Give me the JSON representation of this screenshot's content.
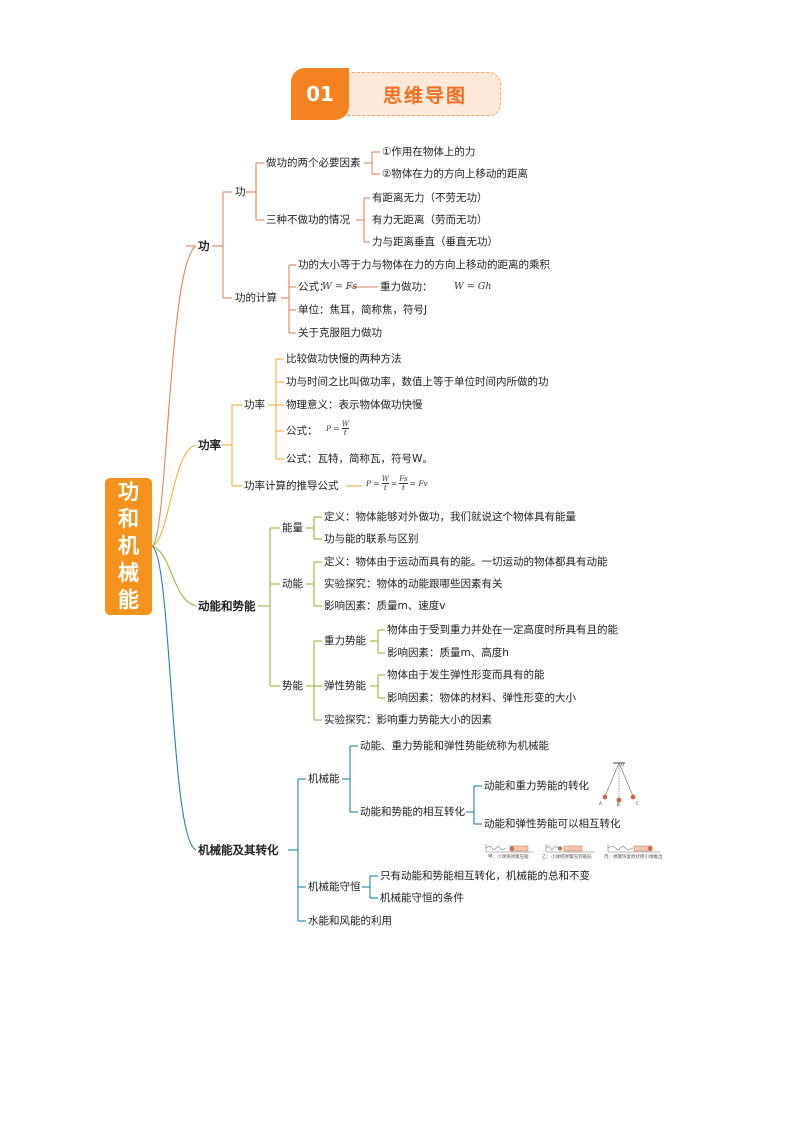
{
  "header": {
    "number": "01",
    "title": "思维导图"
  },
  "root": [
    "功",
    "和",
    "机",
    "械",
    "能"
  ],
  "colors": {
    "orange": "#f58220",
    "work": "#d8875c",
    "power": "#ecb13a",
    "energy": "#9cb53a",
    "mech": "#1f83a6"
  },
  "work": {
    "title": "功",
    "work_sub": "功",
    "factors": "做功的两个必要因素",
    "factor_items": [
      "①作用在物体上的力",
      "②物体在力的方向上移动的距离"
    ],
    "no_work": "三种不做功的情况",
    "no_work_items": [
      "有距离无力（不劳无功）",
      "有力无距离（劳而无功）",
      "力与距离垂直（垂直无功）"
    ],
    "calc": "功的计算",
    "calc_def": "功的大小等于力与物体在力的方向上移动的距离的乘积",
    "formula_label": "公式：",
    "formula": "W = Fs",
    "gravity_label": "重力做功：",
    "gravity_formula": "W = Gh",
    "unit": "单位：焦耳，简称焦，符号J",
    "resist": "关于克服阻力做功"
  },
  "power": {
    "title": "功率",
    "sub": "功率",
    "items": [
      "比较做功快慢的两种方法",
      "功与时间之比叫做功率，数值上等于单位时间内所做的功",
      "物理意义：表示物体做功快慢"
    ],
    "formula_label": "公式：",
    "formula_lhs": "P =",
    "W": "W",
    "t": "t",
    "unit": "公式：瓦特，简称瓦，符号W。",
    "derive": "功率计算的推导公式",
    "derive_lhs": "P =",
    "eq": "=",
    "Fs": "Fs",
    "derive_end": "= Fv"
  },
  "energy": {
    "title": "动能和势能",
    "en": "能量",
    "en_items": [
      "定义：物体能够对外做功，我们就说这个物体具有能量",
      "功与能的联系与区别"
    ],
    "kin": "动能",
    "kin_items": [
      "定义：物体由于运动而具有的能。一切运动的物体都具有动能",
      "实验探究：物体的动能跟哪些因素有关",
      "影响因素：质量m、速度v"
    ],
    "pot": "势能",
    "grav": "重力势能",
    "grav_items": [
      "物体由于受到重力并处在一定高度时所具有且的能",
      "影响因素：质量m、高度h"
    ],
    "elas": "弹性势能",
    "elas_items": [
      "物体由于发生弹性形变而具有的能",
      "影响因素：物体的材料、弹性形变的大小"
    ],
    "pot_exp": "实验探究：影响重力势能大小的因素"
  },
  "mech": {
    "title": "机械能及其转化",
    "me": "机械能",
    "me_def": "动能、重力势能和弹性势能统称为机械能",
    "conv": "动能和势能的相互转化",
    "conv_items": [
      "动能和重力势能的转化",
      "动能和弹性势能可以相互转化"
    ],
    "pend": {
      "O": "O",
      "A": "A",
      "B": "B",
      "C": "C"
    },
    "captions": [
      "甲：小球将弹簧压缩",
      "乙：小球把弹簧压到最低",
      "丙：弹簧恢复原状把小球推出"
    ],
    "cons": "机械能守恒",
    "cons_items": [
      "只有动能和势能相互转化，机械能的总和不变",
      "机械能守恒的条件"
    ],
    "water": "水能和风能的利用"
  }
}
